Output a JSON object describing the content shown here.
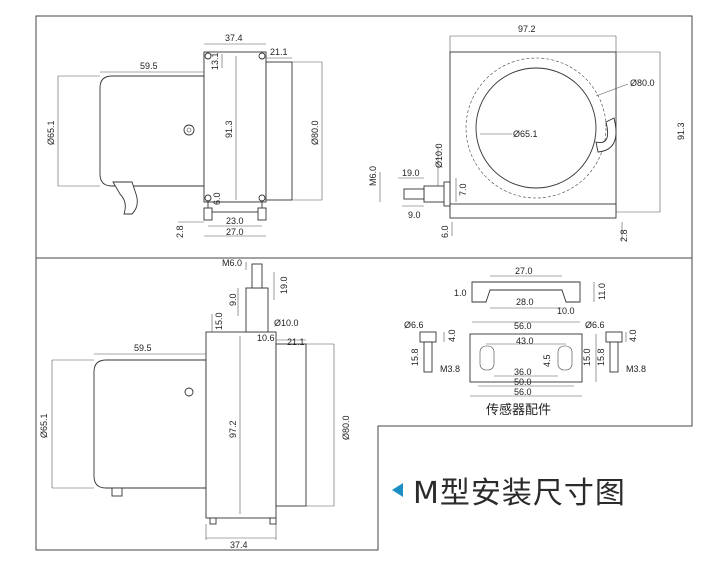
{
  "banner": {
    "title": "M型安装尺寸图",
    "accent_color": "#1b8fc4",
    "marker_icon": "triangle-left-icon"
  },
  "views": {
    "top_left": {
      "dims": [
        "37.4",
        "21.1",
        "59.5",
        "13.1",
        "Ø65.1",
        "91.3",
        "Ø80.0",
        "6.0",
        "23.0",
        "27.0",
        "2.8"
      ]
    },
    "top_right": {
      "dims": [
        "97.2",
        "Ø80.0",
        "Ø65.1",
        "91.3",
        "M6.0",
        "19.0",
        "Ø10.0",
        "7.0",
        "9.0",
        "6.0",
        "2.8"
      ]
    },
    "bottom_left": {
      "dims": [
        "M6.0",
        "19.0",
        "9.0",
        "15.0",
        "Ø10.0",
        "10.6",
        "21.1",
        "59.5",
        "Ø65.1",
        "97.2",
        "Ø80.0",
        "37.4"
      ]
    },
    "accessories": {
      "caption": "传感器配件",
      "bracket_dims": [
        "27.0",
        "1.0",
        "11.0",
        "28.0",
        "10.0",
        "56.0"
      ],
      "plate_dims": [
        "43.0",
        "15.0",
        "4.5",
        "36.0",
        "50.0",
        "56.0"
      ],
      "screw_left_dims": [
        "Ø6.6",
        "4.0",
        "15.8",
        "M3.8"
      ],
      "screw_right_dims": [
        "Ø6.6",
        "4.0",
        "15.8",
        "M3.8"
      ]
    }
  }
}
